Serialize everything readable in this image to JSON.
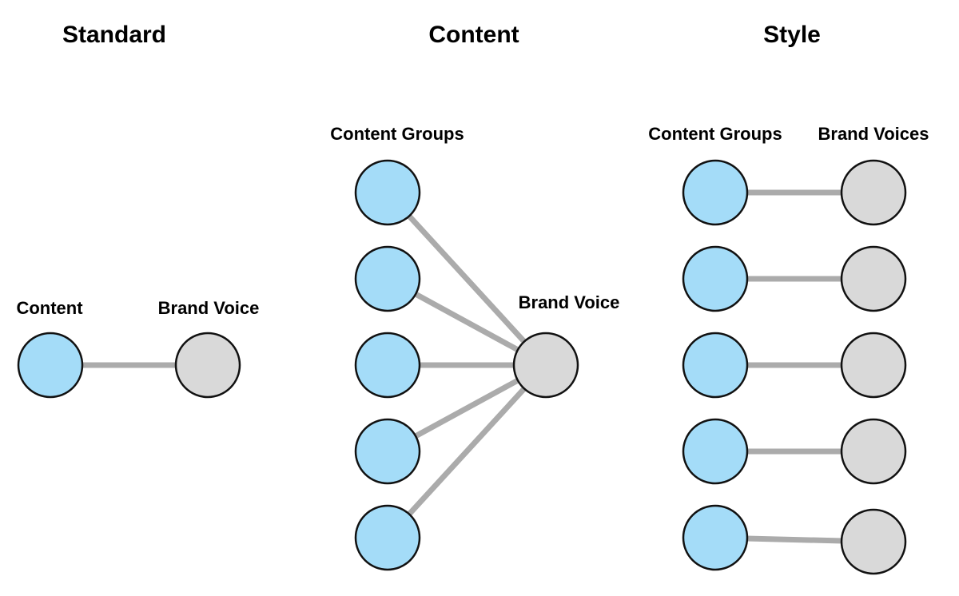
{
  "colors": {
    "content_node": "#a4dcf8",
    "voice_node": "#d9d9d9",
    "edge": "#ababab",
    "outline": "#111111"
  },
  "panels": [
    {
      "id": "standard",
      "title": "Standard",
      "left_label": "Content",
      "right_label": "Brand Voice",
      "content_nodes": 1,
      "voice_nodes": 1,
      "edges": [
        [
          0,
          0
        ]
      ]
    },
    {
      "id": "content",
      "title": "Content",
      "left_label": "Content Groups",
      "right_label": "Brand Voice",
      "content_nodes": 5,
      "voice_nodes": 1,
      "edges": [
        [
          0,
          0
        ],
        [
          1,
          0
        ],
        [
          2,
          0
        ],
        [
          3,
          0
        ],
        [
          4,
          0
        ]
      ]
    },
    {
      "id": "style",
      "title": "Style",
      "left_label": "Content Groups",
      "right_label": "Brand Voices",
      "content_nodes": 5,
      "voice_nodes": 5,
      "edges": [
        [
          0,
          0
        ],
        [
          1,
          1
        ],
        [
          2,
          2
        ],
        [
          3,
          3
        ],
        [
          4,
          4
        ]
      ]
    }
  ]
}
